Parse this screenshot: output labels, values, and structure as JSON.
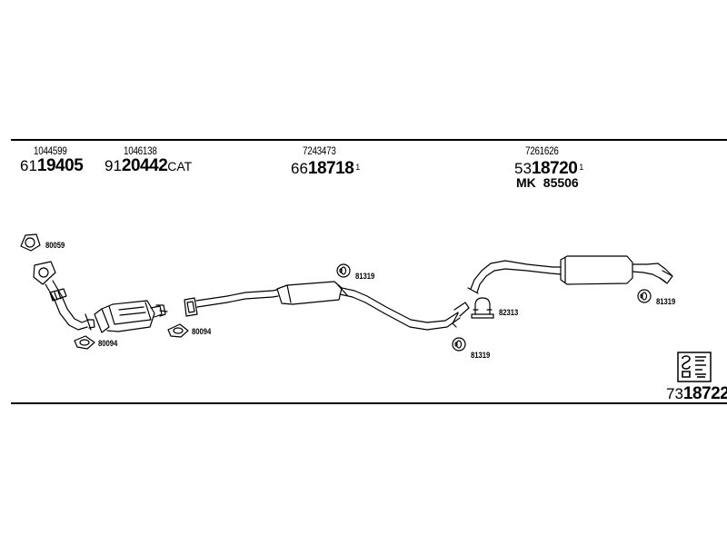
{
  "part_numbers": {
    "p1": "1044599",
    "p2": "1046138",
    "p3": "7243473",
    "p4": "7261626"
  },
  "codes": {
    "c1": {
      "pre": "61",
      "main": "19405",
      "suffix": "",
      "sup": ""
    },
    "c2": {
      "pre": "91",
      "main": "20442",
      "suffix": "CAT",
      "sup": ""
    },
    "c3": {
      "pre": "66",
      "main": "18718",
      "suffix": "",
      "sup": "1"
    },
    "c4": {
      "pre": "53",
      "main": "18720",
      "suffix": "",
      "sup": "1"
    },
    "c5": {
      "pre": "73",
      "main": "18722",
      "suffix": "",
      "sup": ""
    }
  },
  "mk": {
    "prefix": "MK",
    "number": "85506"
  },
  "labels": {
    "l80059": "80059",
    "l80094a": "80094",
    "l80094b": "80094",
    "l81319a": "81319",
    "l81319b": "81319",
    "l81319c": "81319",
    "l82313": "82313"
  },
  "icons": {
    "set_icon": "exhaust-kit-diagram-icon"
  }
}
